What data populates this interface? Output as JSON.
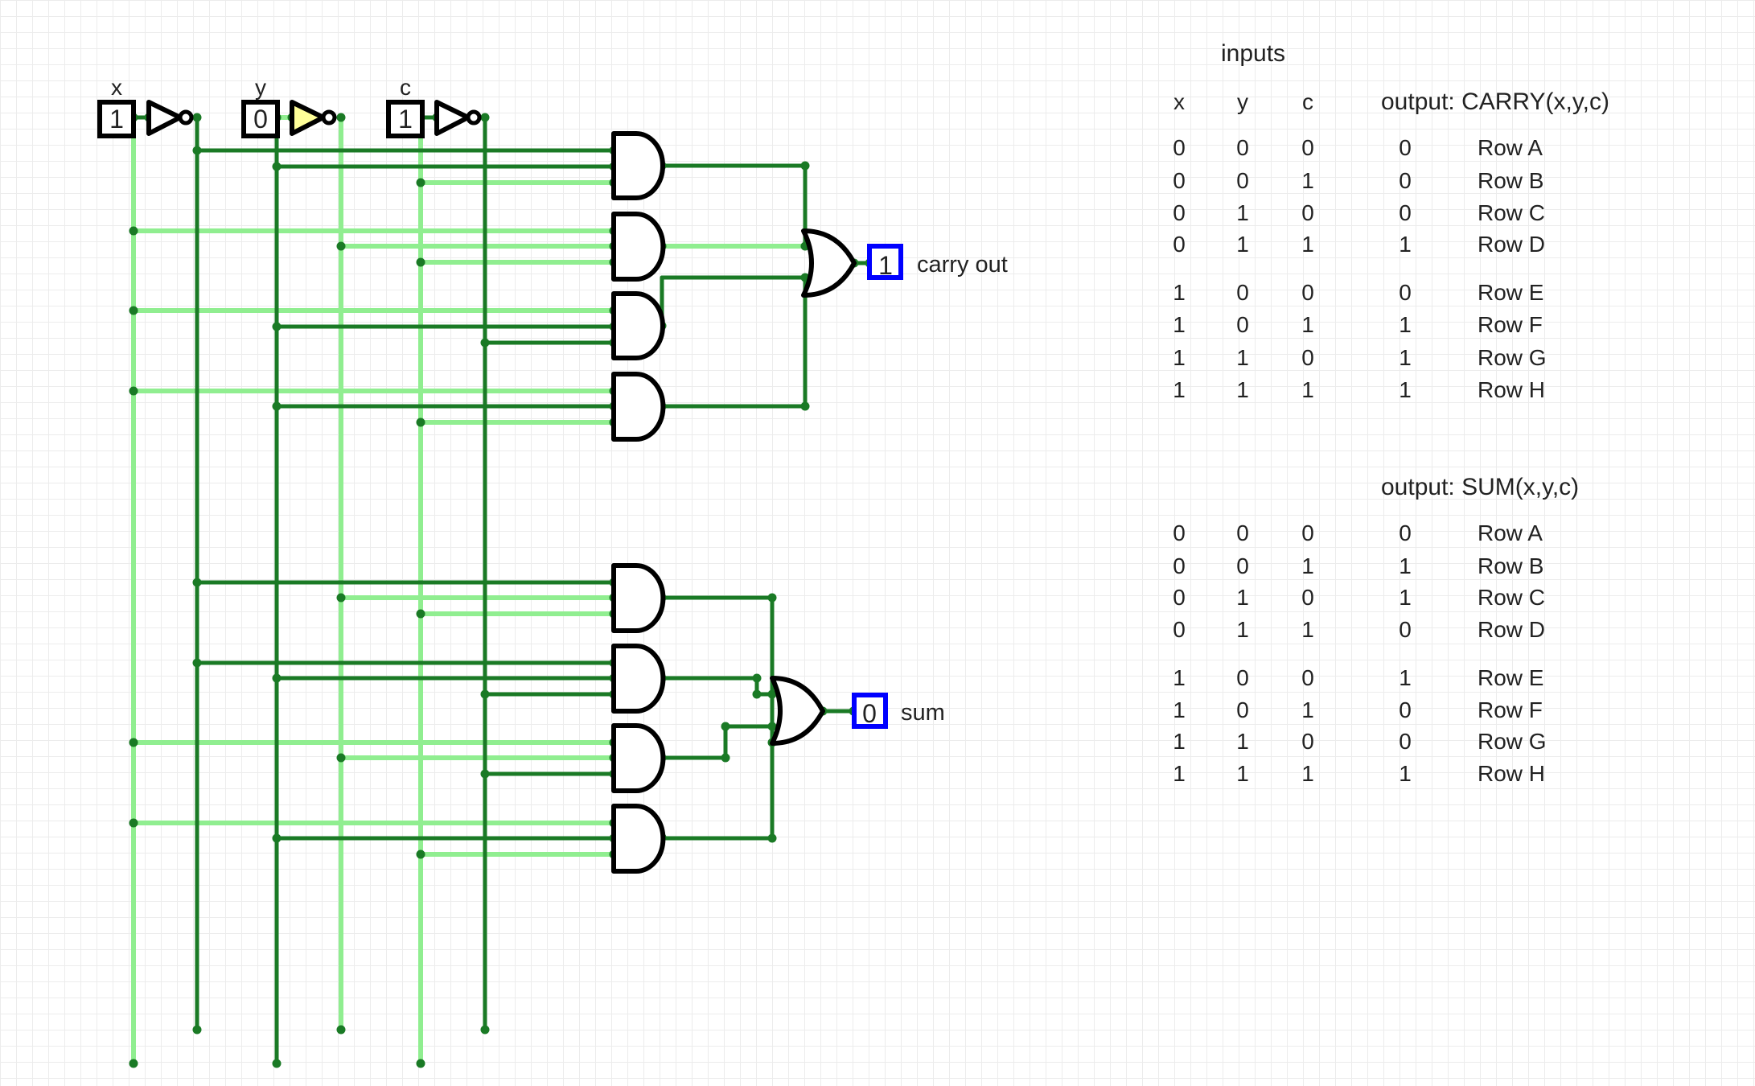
{
  "circuit": {
    "inputs": [
      {
        "label": "x",
        "value": "1"
      },
      {
        "label": "y",
        "value": "0"
      },
      {
        "label": "c",
        "value": "1"
      }
    ],
    "outputs": [
      {
        "label": "carry out",
        "value": "1"
      },
      {
        "label": "sum",
        "value": "0"
      }
    ],
    "colors": {
      "wire_on": "#1a7a25",
      "wire_off": "#90ee90",
      "gate": "#000000",
      "output_box": "#0000ff",
      "highlight": "#ffff99"
    }
  },
  "tables": {
    "inputs_title": "inputs",
    "headers": [
      "x",
      "y",
      "c"
    ],
    "carry": {
      "title": "output: CARRY(x,y,c)",
      "rows": [
        {
          "x": "0",
          "y": "0",
          "c": "0",
          "out": "0",
          "name": "Row A"
        },
        {
          "x": "0",
          "y": "0",
          "c": "1",
          "out": "0",
          "name": "Row B"
        },
        {
          "x": "0",
          "y": "1",
          "c": "0",
          "out": "0",
          "name": "Row C"
        },
        {
          "x": "0",
          "y": "1",
          "c": "1",
          "out": "1",
          "name": "Row D"
        },
        {
          "x": "1",
          "y": "0",
          "c": "0",
          "out": "0",
          "name": "Row E"
        },
        {
          "x": "1",
          "y": "0",
          "c": "1",
          "out": "1",
          "name": "Row F"
        },
        {
          "x": "1",
          "y": "1",
          "c": "0",
          "out": "1",
          "name": "Row G"
        },
        {
          "x": "1",
          "y": "1",
          "c": "1",
          "out": "1",
          "name": "Row H"
        }
      ]
    },
    "sum": {
      "title": "output: SUM(x,y,c)",
      "rows": [
        {
          "x": "0",
          "y": "0",
          "c": "0",
          "out": "0",
          "name": "Row A"
        },
        {
          "x": "0",
          "y": "0",
          "c": "1",
          "out": "1",
          "name": "Row B"
        },
        {
          "x": "0",
          "y": "1",
          "c": "0",
          "out": "1",
          "name": "Row C"
        },
        {
          "x": "0",
          "y": "1",
          "c": "1",
          "out": "0",
          "name": "Row D"
        },
        {
          "x": "1",
          "y": "0",
          "c": "0",
          "out": "1",
          "name": "Row E"
        },
        {
          "x": "1",
          "y": "0",
          "c": "1",
          "out": "0",
          "name": "Row F"
        },
        {
          "x": "1",
          "y": "1",
          "c": "0",
          "out": "0",
          "name": "Row G"
        },
        {
          "x": "1",
          "y": "1",
          "c": "1",
          "out": "1",
          "name": "Row H"
        }
      ]
    }
  }
}
